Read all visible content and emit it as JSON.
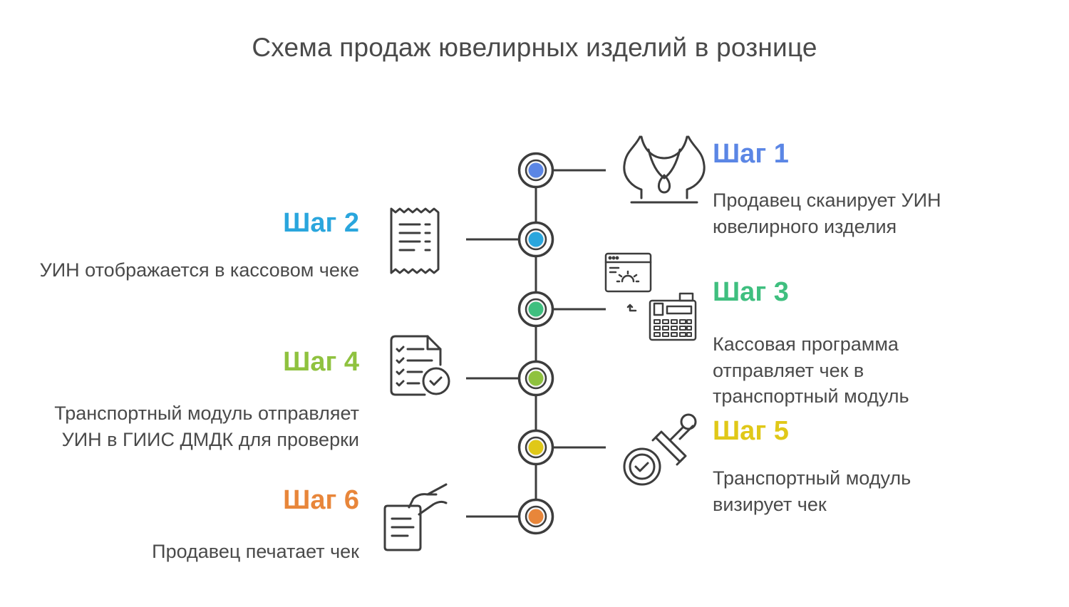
{
  "title": "Схема продаж ювелирных изделий в рознице",
  "colors": {
    "line": "#3d3d3d",
    "step1": "#5b86e5",
    "step2": "#2aa6dd",
    "step3": "#3fbf7f",
    "step4": "#8fc23f",
    "step5": "#e0c818",
    "step6": "#e8863a"
  },
  "steps": [
    {
      "heading": "Шаг 1",
      "description": "Продавец сканирует УИН ювелирного изделия",
      "icon": "necklace-bust-icon"
    },
    {
      "heading": "Шаг 2",
      "description": "УИН отображается в кассовом чеке",
      "icon": "receipt-icon"
    },
    {
      "heading": "Шаг 3",
      "description": "Кассовая программа отправляет чек в транспортный модуль",
      "icon": "cash-register-software-icon"
    },
    {
      "heading": "Шаг 4",
      "description": "Транспортный модуль отправляет УИН в ГИИС ДМДК для проверки",
      "icon": "checklist-document-icon"
    },
    {
      "heading": "Шаг 5",
      "description": "Транспортный модуль визирует чек",
      "icon": "stamp-approval-icon"
    },
    {
      "heading": "Шаг 6",
      "description": "Продавец печатает чек",
      "icon": "hand-document-icon"
    }
  ]
}
